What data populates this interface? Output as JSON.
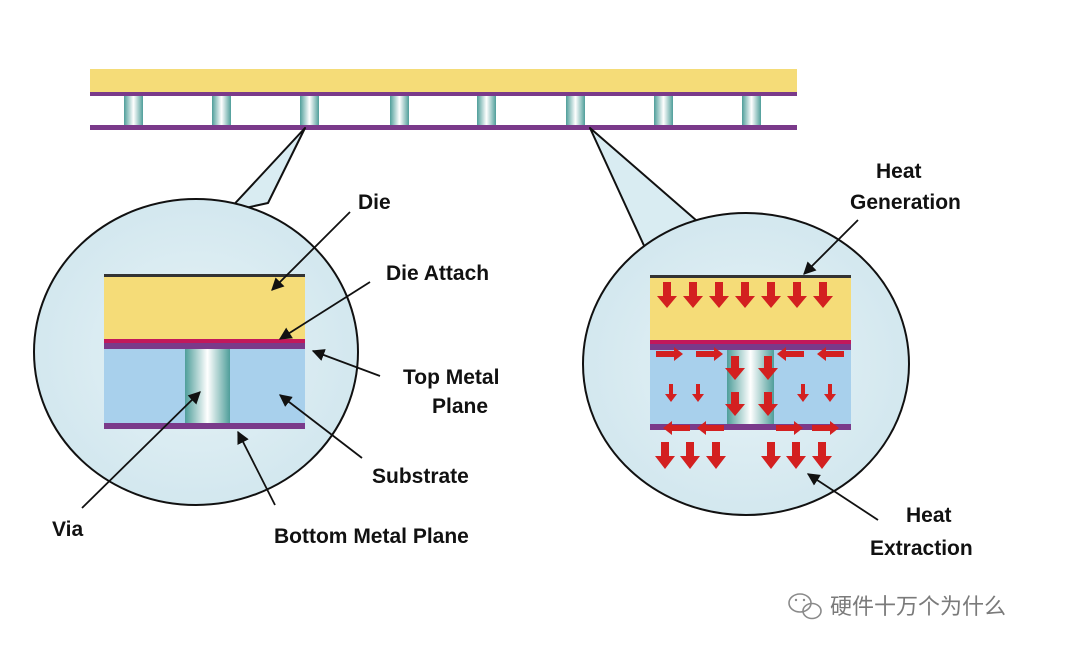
{
  "labels": {
    "die": "Die",
    "die_attach": "Die Attach",
    "top_metal_line1": "Top Metal",
    "top_metal_line2": "Plane",
    "substrate": "Substrate",
    "bottom_metal_plane": "Bottom Metal Plane",
    "via": "Via",
    "heat_gen_line1": "Heat",
    "heat_gen_line2": "Generation",
    "heat_ext_line1": "Heat",
    "heat_ext_line2": "Extraction"
  },
  "watermark": {
    "text": "硬件十万个为什么",
    "icon": "wechat-icon"
  },
  "colors": {
    "die": "#f5dc78",
    "substrate": "#a8d0ec",
    "metal": "#7a3a8a",
    "attach": "#c2185b",
    "bubble": "#d9ecf2",
    "arrow_red": "#d32020",
    "label": "#111111"
  }
}
